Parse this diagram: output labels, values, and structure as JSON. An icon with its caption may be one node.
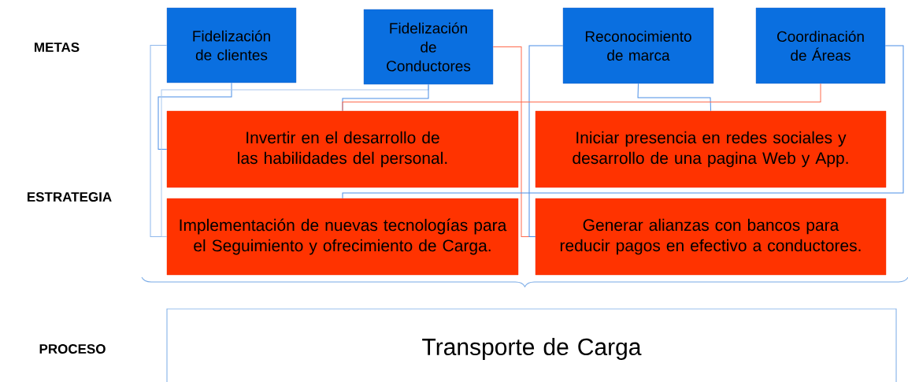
{
  "diagram": {
    "nodes": [
      {
        "text": [
          "Fidelización de clientes"
        ]
      },
      {
        "text": [
          "Fidelización de Conductores"
        ]
      },
      {
        "text": [
          "Reconocimiento de marca"
        ]
      },
      {
        "text": [
          "Coordinación de Áreas"
        ]
      },
      {
        "text": [
          "Invertir en el desarrollo de las habilidades del personal."
        ]
      },
      {
        "text": [
          "Iniciar presencia en redes sociales y desarrollo de una pagina Web y App."
        ]
      },
      {
        "text": [
          "Implementación de nuevas tecnologías para el Seguimiento y ofrecimiento de Carga."
        ]
      },
      {
        "text": [
          "Generar alianzas con bancos para reducir pagos en efectivo a conductores."
        ]
      },
      {
        "text": [
          "Transporte de Carga"
        ]
      }
    ],
    "edges": [
      {
        "from": 0,
        "to": 6,
        "arrow": "none",
        "color": "#8fb8ec"
      },
      {
        "from": 0,
        "to": 4,
        "arrow": "none"
      },
      {
        "from": 1,
        "to": 6,
        "arrow": "none",
        "color": "#a9c8ee"
      },
      {
        "from": 1,
        "to": 4,
        "arrow": "none"
      },
      {
        "from": 1,
        "to": 7,
        "arrow": "none",
        "color": "#ff6a4d"
      },
      {
        "from": 2,
        "to": 5,
        "arrow": "none"
      },
      {
        "from": 2,
        "to": 7,
        "arrow": "none"
      },
      {
        "from": 3,
        "to": 4,
        "arrow": "none",
        "color": "#ff6a4d"
      },
      {
        "from": 3,
        "to": 6,
        "arrow": "none"
      }
    ],
    "labels": [
      "METAS",
      "ESTRATEGIA",
      "PROCESO"
    ]
  }
}
